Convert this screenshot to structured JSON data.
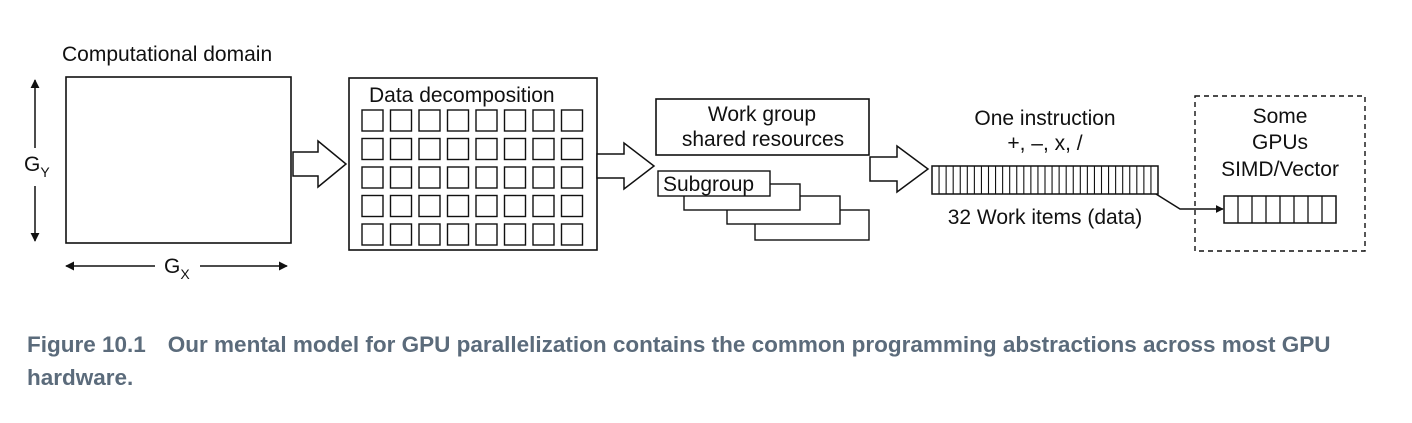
{
  "diagram": {
    "computational_domain": {
      "title": "Computational domain",
      "gy_label": "G",
      "gy_sub": "Y",
      "gx_label": "G",
      "gx_sub": "X"
    },
    "data_decomposition": {
      "title": "Data decomposition",
      "rows": 5,
      "cols": 8
    },
    "work_group": {
      "title_line1": "Work group",
      "title_line2": "shared resources",
      "subgroup_label": "Subgroup"
    },
    "instruction": {
      "line1": "One instruction",
      "line2": "+, –, x, /",
      "items_label": "32 Work items (data)",
      "cells": 32
    },
    "simd": {
      "line1": "Some",
      "line2": "GPUs",
      "line3": "SIMD/Vector",
      "cells": 8
    },
    "colors": {
      "stroke": "#111111",
      "caption": "#5b6b7b"
    }
  },
  "caption": {
    "number": "Figure 10.1",
    "text": "Our mental model for GPU parallelization contains the common programming abstractions across most GPU hardware."
  }
}
